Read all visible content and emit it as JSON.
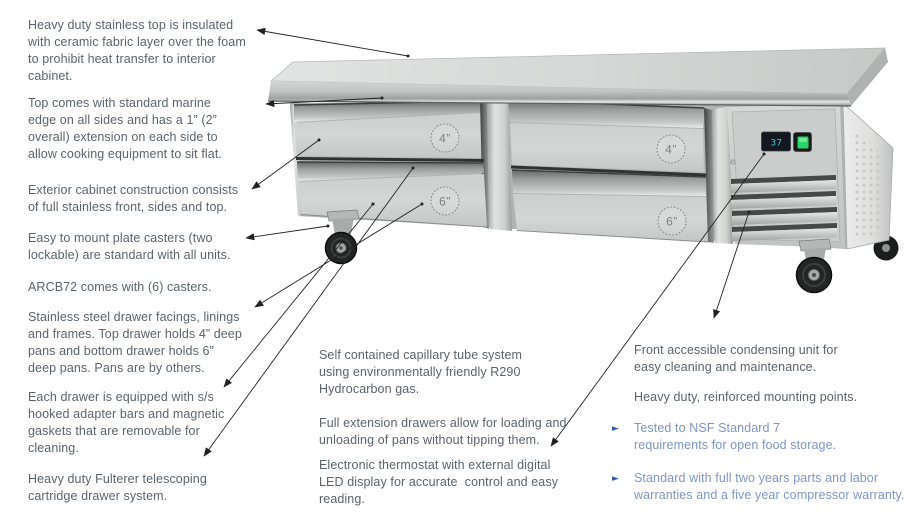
{
  "colors": {
    "body_text": "#5a646a",
    "bullet_text": "#7e96c5",
    "bullet_marker": "#2a5ca9",
    "callout_line": "#222222",
    "stainless_light": "#dfe1e0",
    "stainless_dark": "#9ea09f",
    "display_background": "#131720",
    "display_digits": "#39d3dc",
    "power_button_green": "#2ad667"
  },
  "left_column": {
    "paragraphs": [
      "Heavy duty stainless top is insulated\nwith ceramic fabric layer over the foam\nto prohibit heat transfer to interior\ncabinet.",
      "Top comes with standard marine\nedge on all sides and has a 1” (2”\noverall) extension on each side to\nallow cooking equipment to sit flat.",
      "Exterior cabinet construction consists\nof full stainless front, sides and top.",
      "Easy to mount plate casters (two\nlockable) are standard with all units.",
      "ARCB72 comes with (6) casters.",
      "Stainless steel drawer facings, linings\nand frames. Top drawer holds 4” deep\npans and bottom drawer holds 6”\ndeep pans. Pans are by others.",
      "Each drawer is equipped with s/s\nhooked adapter bars and magnetic\ngaskets that are removable for\ncleaning.",
      "Heavy duty Fulterer telescoping\ncartridge drawer system."
    ]
  },
  "center_column": {
    "paragraphs": [
      "Self contained capillary tube system\nusing environmentally friendly R290\nHydrocarbon gas.",
      "Full extension drawers allow for loading and\nunloading of pans without tipping them.",
      "Electronic thermostat with external digital\nLED display for accurate  control and easy\nreading."
    ]
  },
  "right_column": {
    "paragraphs": [
      "Front accessible condensing unit for\neasy cleaning and maintenance.",
      "Heavy duty, reinforced mounting points."
    ],
    "bullets": [
      {
        "marker": "►",
        "text": "Tested to NSF Standard 7\nrequirements for open food storage."
      },
      {
        "marker": "►",
        "text": "Standard with full two years parts and labor\nwarranties and a five year compressor warranty."
      }
    ]
  },
  "appliance": {
    "drawer_labels": {
      "left_top": "4”",
      "left_bottom": "6”",
      "right_top": "4”",
      "right_bottom": "6”"
    },
    "display_value": "37"
  }
}
